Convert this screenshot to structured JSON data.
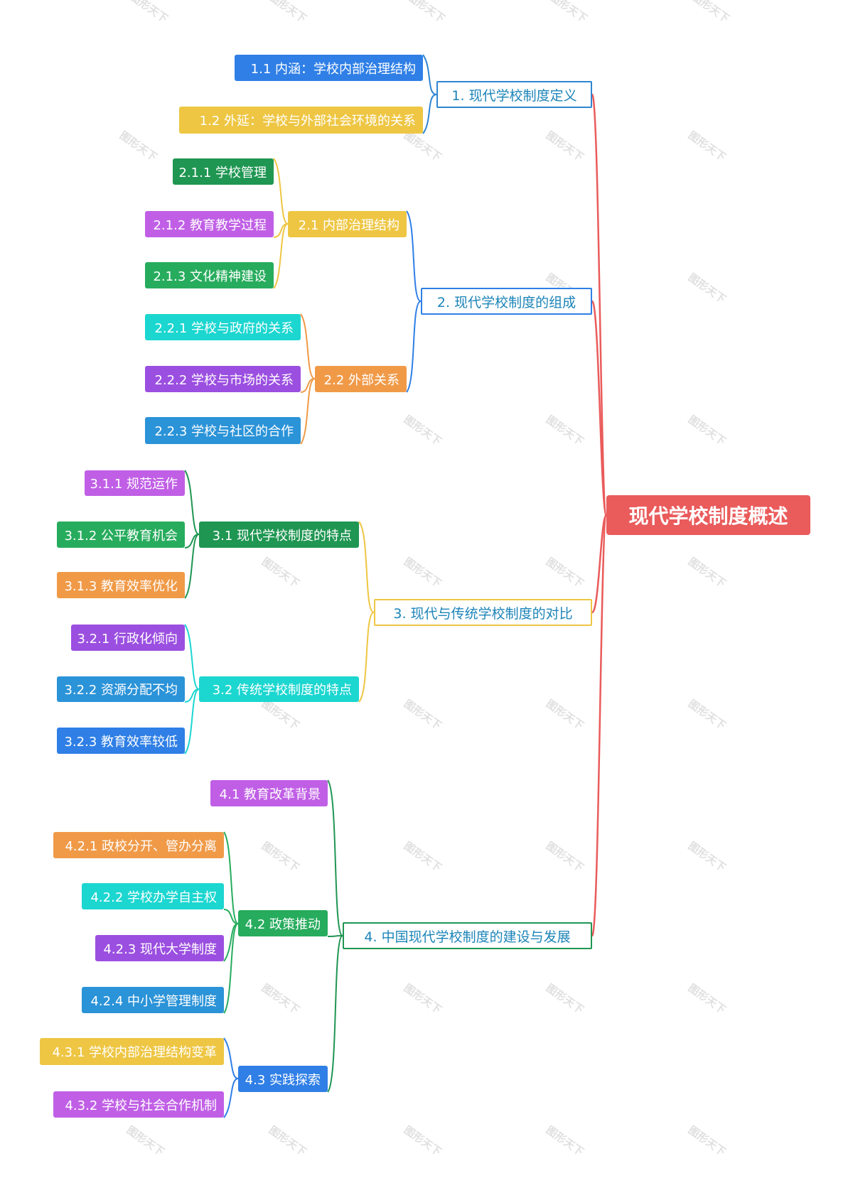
{
  "root": {
    "label": "现代学校制度概述",
    "color": "#ea5b5b"
  },
  "watermark": "图形天下",
  "branches": [
    {
      "label": "1. 现代学校制度定义",
      "border": "#2f86d1",
      "children": [
        {
          "label": "1.1 内涵：学校内部治理结构",
          "color": "#2f7fe6"
        },
        {
          "label": "1.2 外延：学校与外部社会环境的关系",
          "color": "#eec643"
        }
      ]
    },
    {
      "label": "2. 现代学校制度的组成",
      "border": "#2f7fe6",
      "children": [
        {
          "label": "2.1 内部治理结构",
          "color": "#eec643",
          "children": [
            {
              "label": "2.1.1 学校管理",
              "color": "#1f9652"
            },
            {
              "label": "2.1.2 教育教学过程",
              "color": "#c05fe6"
            },
            {
              "label": "2.1.3 文化精神建设",
              "color": "#27ac5d"
            }
          ]
        },
        {
          "label": "2.2 外部关系",
          "color": "#f09a48",
          "children": [
            {
              "label": "2.2.1 学校与政府的关系",
              "color": "#1cd6d0"
            },
            {
              "label": "2.2.2 学校与市场的关系",
              "color": "#9b4fe0"
            },
            {
              "label": "2.2.3 学校与社区的合作",
              "color": "#2b93d8"
            }
          ]
        }
      ]
    },
    {
      "label": "3. 现代与传统学校制度的对比",
      "border": "#eec643",
      "children": [
        {
          "label": "3.1 现代学校制度的特点",
          "color": "#1f9652",
          "children": [
            {
              "label": "3.1.1 规范运作",
              "color": "#c05fe6"
            },
            {
              "label": "3.1.2 公平教育机会",
              "color": "#27ac5d"
            },
            {
              "label": "3.1.3 教育效率优化",
              "color": "#f09a48"
            }
          ]
        },
        {
          "label": "3.2 传统学校制度的特点",
          "color": "#1cd6d0",
          "children": [
            {
              "label": "3.2.1 行政化倾向",
              "color": "#9b4fe0"
            },
            {
              "label": "3.2.2 资源分配不均",
              "color": "#2b93d8"
            },
            {
              "label": "3.2.3 教育效率较低",
              "color": "#2f7fe6"
            }
          ]
        }
      ]
    },
    {
      "label": "4. 中国现代学校制度的建设与发展",
      "border": "#1f9652",
      "children": [
        {
          "label": "4.1 教育改革背景",
          "color": "#c05fe6"
        },
        {
          "label": "4.2 政策推动",
          "color": "#27ac5d",
          "children": [
            {
              "label": "4.2.1 政校分开、管办分离",
              "color": "#f09a48"
            },
            {
              "label": "4.2.2 学校办学自主权",
              "color": "#1cd6d0"
            },
            {
              "label": "4.2.3 现代大学制度",
              "color": "#9b4fe0"
            },
            {
              "label": "4.2.4 中小学管理制度",
              "color": "#2b93d8"
            }
          ]
        },
        {
          "label": "4.3 实践探索",
          "color": "#2f7fe6",
          "children": [
            {
              "label": "4.3.1 学校内部治理结构变革",
              "color": "#eec643"
            },
            {
              "label": "4.3.2 学校与社会合作机制",
              "color": "#c05fe6"
            }
          ]
        }
      ]
    }
  ]
}
